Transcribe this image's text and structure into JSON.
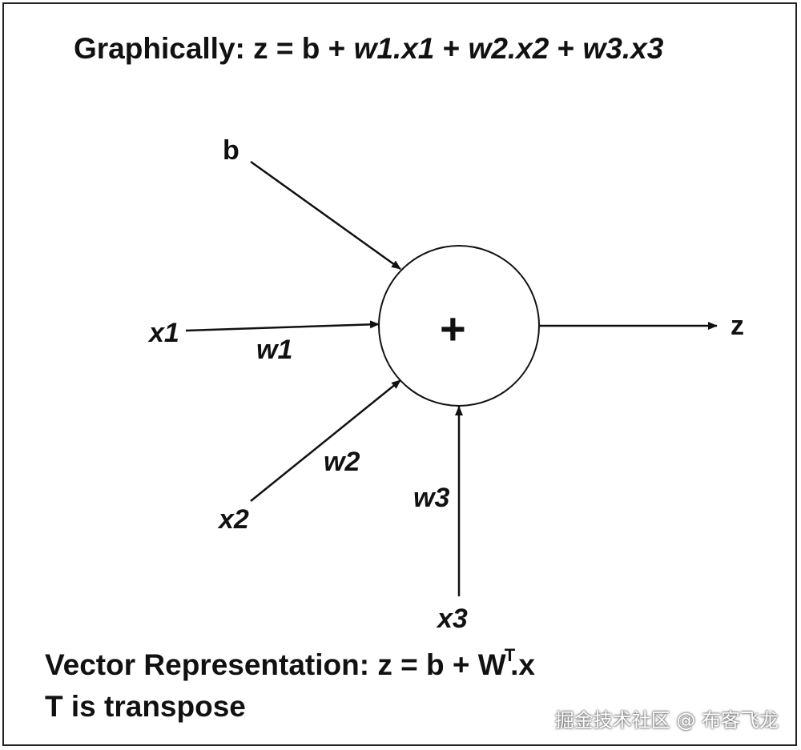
{
  "title": {
    "prefix": "Graphically: z = b + ",
    "term1": "w1.x1",
    "plus1": " + ",
    "term2": "w2.x2",
    "plus2": " + ",
    "term3": "w3.x3"
  },
  "node": {
    "symbol": "+"
  },
  "inputs": {
    "b": "b",
    "x1": "x1",
    "x2": "x2",
    "x3": "x3"
  },
  "weights": {
    "w1": "w1",
    "w2": "w2",
    "w3": "w3"
  },
  "output": {
    "z": "z"
  },
  "footer": {
    "vector_prefix": "Vector Representation: z = b + W",
    "vector_sup": "T",
    "vector_suffix": ".x",
    "transpose_note": "T is transpose"
  },
  "watermark": "掘金技术社区 @ 布客飞龙"
}
